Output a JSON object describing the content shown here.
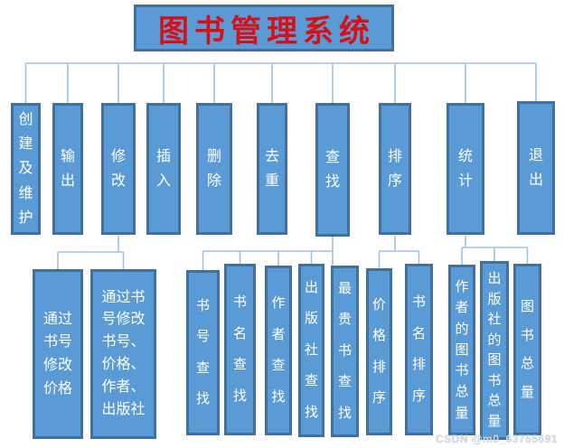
{
  "diagram": {
    "title": "图书管理系统",
    "level1": [
      {
        "label": "创建及维护"
      },
      {
        "label": "输出"
      },
      {
        "label": "修改"
      },
      {
        "label": "插入"
      },
      {
        "label": "删除"
      },
      {
        "label": "去重"
      },
      {
        "label": "查找"
      },
      {
        "label": "排序"
      },
      {
        "label": "统计"
      },
      {
        "label": "退出"
      }
    ],
    "level2": [
      {
        "label": "通过书号修改价格",
        "parent": "修改"
      },
      {
        "label": "通过书号修改书号、价格、作者、出版社",
        "parent": "修改"
      },
      {
        "label": "书号查找",
        "parent": "查找"
      },
      {
        "label": "书名查找",
        "parent": "查找"
      },
      {
        "label": "作者查找",
        "parent": "查找"
      },
      {
        "label": "出版社查找",
        "parent": "查找"
      },
      {
        "label": "最贵书查找",
        "parent": "查找"
      },
      {
        "label": "价格排序",
        "parent": "排序"
      },
      {
        "label": "书名排序",
        "parent": "排序"
      },
      {
        "label": "作者的图书总量",
        "parent": "统计"
      },
      {
        "label": "出版社的图书总量",
        "parent": "统计"
      },
      {
        "label": "图书总量",
        "parent": "统计"
      }
    ],
    "colors": {
      "node_fill": "#5B9BD5",
      "node_border": "#41719C",
      "connector": "#9DC3E6",
      "title_text": "#D51117",
      "node_text": "#FFFFFF"
    }
  },
  "watermark": "CSDN @m0_63755691"
}
